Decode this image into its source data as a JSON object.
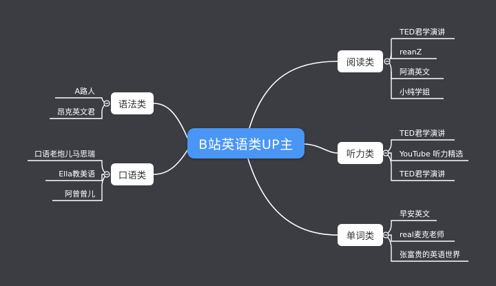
{
  "root": {
    "label": "B站英语类UP主"
  },
  "branches": {
    "reading": {
      "label": "阅读类",
      "leaves": [
        "TED君学演讲",
        "reanZ",
        "阿滴英文",
        "小纯学姐"
      ]
    },
    "listening": {
      "label": "听力类",
      "leaves": [
        "TED君学演讲",
        "YouTube 听力精选",
        "TED君学演讲"
      ]
    },
    "vocabulary": {
      "label": "单词类",
      "leaves": [
        "早安英文",
        "real麦克老师",
        "张富贵的英语世界"
      ]
    },
    "grammar": {
      "label": "语法类",
      "leaves": [
        "A路人",
        "昂克英文君"
      ]
    },
    "speaking": {
      "label": "口语类",
      "leaves": [
        "口语老炮儿马思瑞",
        "Ella教美语",
        "阿曾曾儿"
      ]
    },
    "colors": {
      "background": "#3b3d42",
      "root": "#4a96f5",
      "branch": "#ffffff",
      "lines": "#ffffff"
    }
  }
}
